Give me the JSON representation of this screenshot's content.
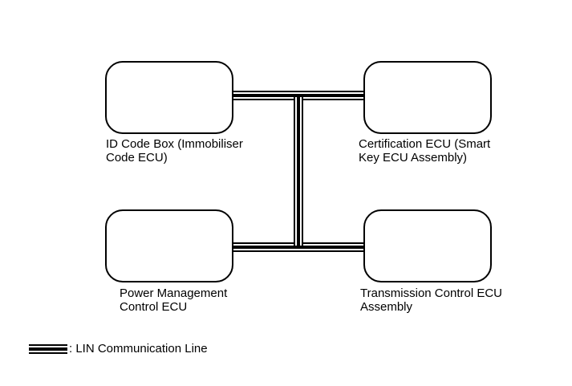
{
  "diagram": {
    "type": "communication-bus-diagram",
    "nodes": [
      {
        "id": "id-code-box",
        "label_lines": [
          "ID Code Box (Immobiliser",
          "Code ECU)"
        ]
      },
      {
        "id": "certification-ecu",
        "label_lines": [
          "Certification ECU (Smart",
          "Key ECU Assembly)"
        ]
      },
      {
        "id": "power-management-ecu",
        "label_lines": [
          "Power Management",
          "Control ECU"
        ]
      },
      {
        "id": "transmission-ecu",
        "label_lines": [
          "Transmission Control ECU",
          "Assembly"
        ]
      }
    ],
    "connections": [
      {
        "from": "id-code-box",
        "to": "certification-ecu",
        "type": "LIN Communication Line"
      },
      {
        "from": "power-management-ecu",
        "to": "transmission-ecu",
        "type": "LIN Communication Line"
      },
      {
        "from": "top-bus-line",
        "to": "bottom-bus-line",
        "type": "LIN Communication Line"
      }
    ],
    "legend": {
      "label": ": LIN Communication Line"
    },
    "colors": {
      "background": "#ffffff",
      "line": "#000000",
      "node_border": "#000000",
      "node_fill": "#ffffff",
      "text": "#000000"
    }
  }
}
